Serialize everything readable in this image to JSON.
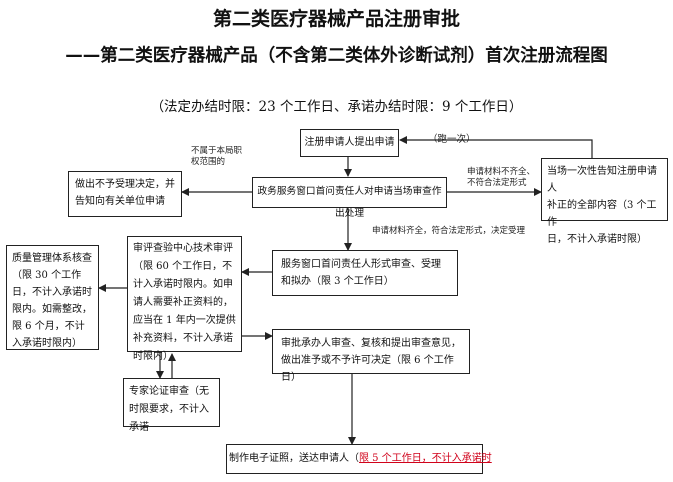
{
  "title": "第二类医疗器械产品注册审批",
  "subtitle_line": "——第二类医疗器械产品（不含第二类体外诊断试剂）首次注册流程图",
  "time_limits": "（法定办结时限：23 个工作日、承诺办结时限：9 个工作日）",
  "nodes": {
    "apply": "注册申请人提出申请",
    "apply_note": "（跑一次）",
    "window_decide": "政务服务窗口首问责任人对申请当场审查作出处理",
    "reject": "做出不予受理决定，并告知向有关单位申请",
    "notify_line1": "当场一次性告知注册申请人",
    "notify_line2": "补正的全部内容（3 个工作",
    "notify_line3": "日，不计入承诺时限）",
    "formal_review": "服务窗口首问责任人形式审查、受理和拟办（限 3 个工作日）",
    "tech_review": "审评查验中心技术审评（限 60 个工作日，不计入承诺时限内。如申请人需要补正资料的，应当在 1 年内一次提供补充资料，不计入承诺时限内）",
    "quality_check": "质量管理体系核查（限 30 个工作日，不计入承诺时限内。如需整改，限 6 个月，不计入承诺时限内）",
    "expert": "专家论证审查（无时限要求，不计入承诺",
    "approve": "审批承办人审查、复核和提出审查意见，做出准予或不予许可决定（限 6 个工作日）",
    "certificate_main": "制作电子证照，送达申请人（",
    "certificate_red": "限 5 个工作日，不计入承诺时"
  },
  "labels": {
    "not_in_scope": "不属于本局职权范围的",
    "incomplete_line1": "申请材料不齐全、",
    "incomplete_line2": "不符合法定形式",
    "complete": "申请材料齐全，符合法定形式，决定受理"
  },
  "colors": {
    "line": "#222222",
    "accent_red": "#d0021b"
  }
}
